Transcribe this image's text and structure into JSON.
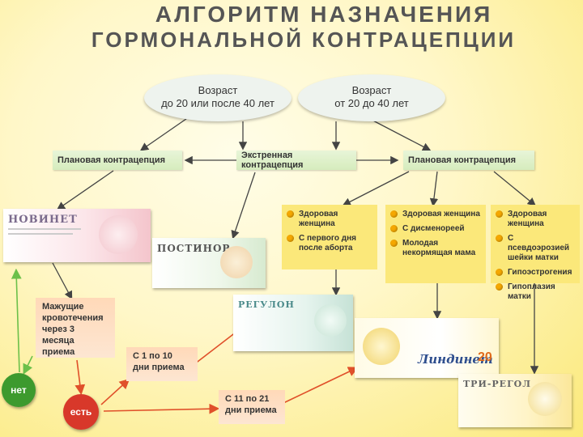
{
  "title": {
    "line1": "АЛГОРИТМ НАЗНАЧЕНИЯ",
    "line2": "ГОРМОНАЛЬНОЙ КОНТРАЦЕПЦИИ"
  },
  "age": {
    "left_line1": "Возраст",
    "left_line2": "до 20 или после 40 лет",
    "right_line1": "Возраст",
    "right_line2": "от 20 до 40 лет"
  },
  "types": {
    "planned_left": "Плановая контрацепция",
    "emergency": "Экстренная контрацепция",
    "planned_right": "Плановая контрацепция"
  },
  "indications": {
    "col1": [
      "Здоровая женщина",
      "С первого дня после аборта"
    ],
    "col2": [
      "Здоровая женщина",
      "С дисменореей",
      "Молодая некормящая мама"
    ],
    "col3": [
      "Здоровая женщина",
      "С псевдоэрозией шейки матки",
      "Гипоэстрогения",
      "Гипоплазия матки"
    ]
  },
  "drugs": {
    "novinet": "НОВИНЕТ",
    "postinor": "ПОСТИНОР",
    "regulon": "РЕГУЛОН",
    "lindinet": "Линдинет",
    "lindinet_dose": "20",
    "triregol": "ТРИ-РЕГОЛ"
  },
  "steps": {
    "bleeding": "Мажущие кровотечения через 3 месяца приема",
    "days_1_10": "С 1 по 10 дни приема",
    "days_11_21": "С 11 по 21 дни приема",
    "no": "нет",
    "yes": "есть"
  },
  "colors": {
    "arrow": "#444444",
    "red_arrow": "#e0502a",
    "green_arrow": "#6cc04a",
    "no_circle": "#3d9a2e",
    "yes_circle": "#d8382a"
  }
}
